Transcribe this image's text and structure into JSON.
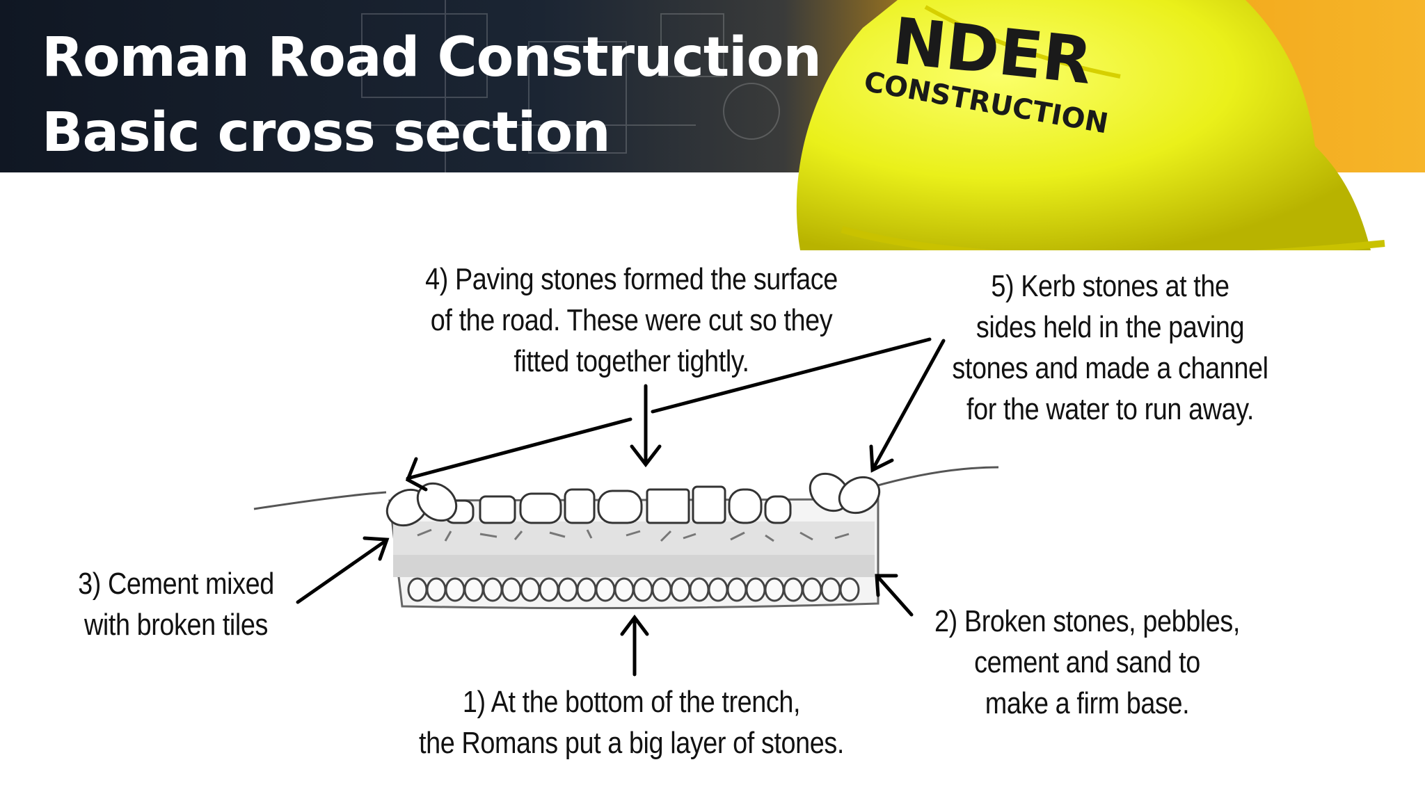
{
  "title": {
    "line1": "Roman Road Construction",
    "line2": "Basic cross section"
  },
  "hardhat": {
    "text_line1": "NDER",
    "text_line2": "CONSTRUCTION",
    "color": "#f5ee1c",
    "icon": "hard-hat-icon"
  },
  "colors": {
    "header_dark": "#101723",
    "header_orange": "#f6b52a",
    "ink": "#111111"
  },
  "labels": {
    "layer1": "1) At the bottom of the trench,\nthe Romans put a big layer of stones.",
    "layer2": "2) Broken stones, pebbles,\ncement and sand to\nmake a firm base.",
    "layer3": "3) Cement mixed\nwith broken tiles",
    "layer4": "4) Paving stones formed the surface\nof the road. These were cut so they\nfitted together tightly.",
    "layer5": "5) Kerb stones at the\nsides held in the paving\nstones and made a channel\nfor the water to run away."
  }
}
